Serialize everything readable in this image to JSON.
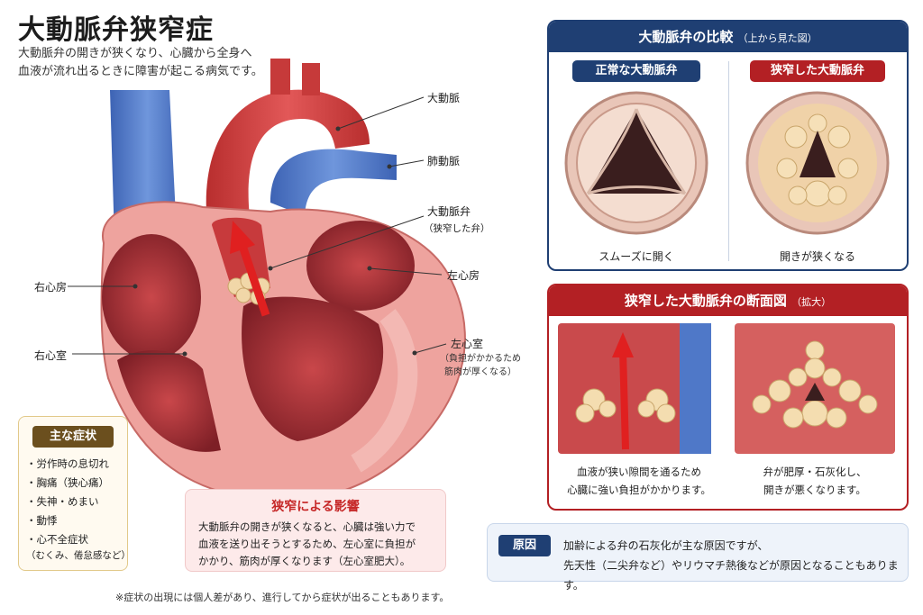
{
  "header": {
    "title": "大動脈弁狭窄症",
    "subtitle": "大動脈弁の開きが狭くなり、心臓から全身へ\n血液が流れ出るときに障害が起こる病気です。"
  },
  "heart_labels": {
    "aorta": "大動脈",
    "pulmonary_artery": "肺動脈",
    "aortic_valve": "大動脈弁",
    "aortic_valve_note": "（狭窄した弁）",
    "left_atrium": "左心房",
    "right_atrium": "右心房",
    "right_ventricle": "右心室",
    "left_ventricle": "左心室",
    "left_ventricle_note": "（負担がかかるため\n筋肉が厚くなる）"
  },
  "symptoms": {
    "heading": "主な症状",
    "items": [
      "・労作時の息切れ",
      "・胸痛（狭心痛）",
      "・失神・めまい",
      "・動悸",
      "・心不全症状"
    ],
    "note": "（むくみ、倦怠感など）"
  },
  "effect": {
    "heading": "狭窄による影響",
    "body": "大動脈弁の開きが狭くなると、心臓は強い力で\n血液を送り出そうとするため、左心室に負担が\nかかり、筋肉が厚くなります（左心室肥大）。"
  },
  "comparison": {
    "heading": "大動脈弁の比較",
    "heading_note": "（上から見た図）",
    "normal_label": "正常な大動脈弁",
    "normal_caption": "スムーズに開く",
    "stenosis_label": "狭窄した大動脈弁",
    "stenosis_caption": "開きが狭くなる"
  },
  "cross_section": {
    "heading": "狭窄した大動脈弁の断面図",
    "heading_note": "（拡大）",
    "left_caption": "血液が狭い隙間を通るため\n心臓に強い負担がかかります。",
    "right_caption": "弁が肥厚・石灰化し、\n開きが悪くなります。"
  },
  "cause": {
    "label": "原因",
    "text": "加齢による弁の石灰化が主な原因ですが、\n先天性（二尖弁など）やリウマチ熱後などが原因となることもあります。"
  },
  "footnote": "※症状の出現には個人差があり、進行してから症状が出ることもあります。",
  "colors": {
    "navy": "#1f3f73",
    "red": "#b32024",
    "aorta": "#d84a4a",
    "vein": "#4f78c8",
    "muscle": "#e98a86",
    "calcification": "#f1d7a8"
  }
}
